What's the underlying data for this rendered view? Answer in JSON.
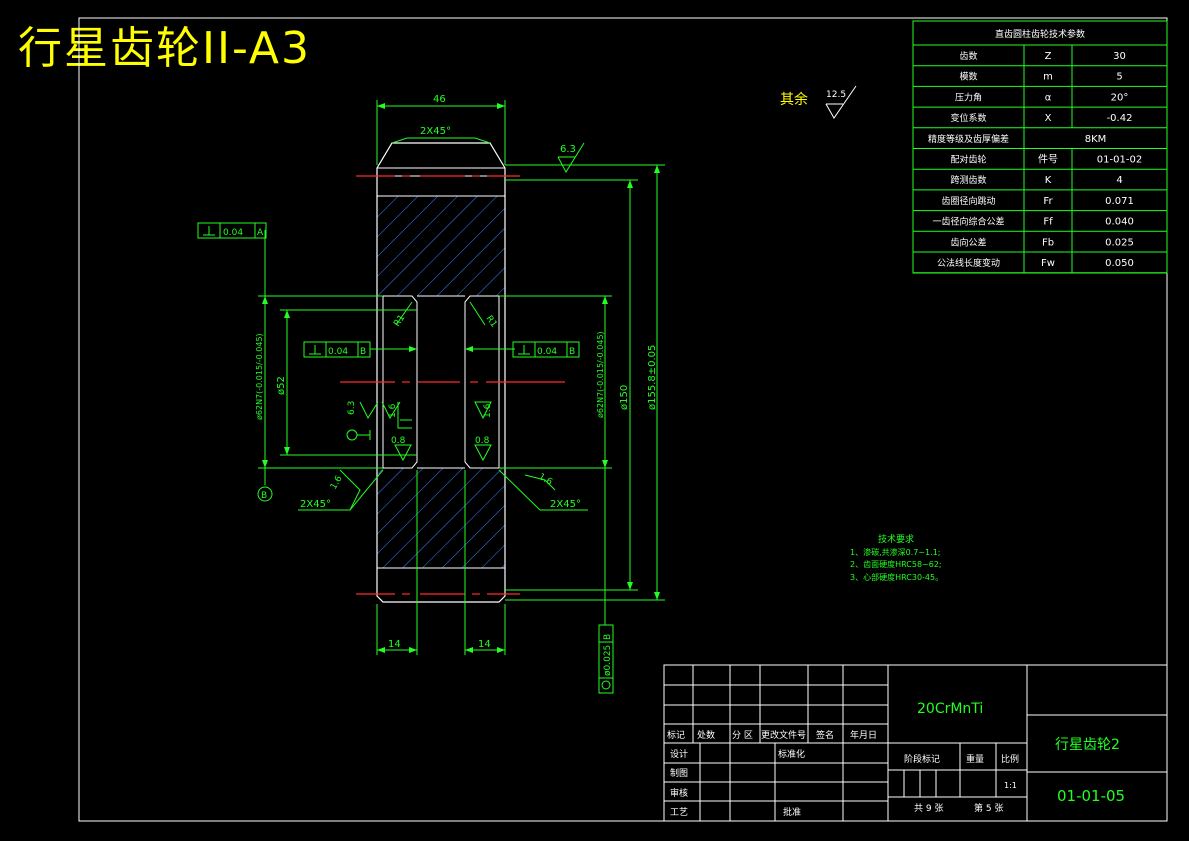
{
  "header": {
    "title": "行星齿轮II-A3"
  },
  "params": {
    "title": "直齿圆柱齿轮技术参数",
    "rows": [
      {
        "name": "齿数",
        "sym": "Z",
        "val": "30"
      },
      {
        "name": "模数",
        "sym": "m",
        "val": "5"
      },
      {
        "name": "压力角",
        "sym": "α",
        "val": "20°"
      },
      {
        "name": "变位系数",
        "sym": "X",
        "val": "-0.42"
      },
      {
        "name": "精度等级及齿厚偏差",
        "sym": "",
        "val": "8KM"
      },
      {
        "name": "配对齿轮",
        "sym": "件号",
        "val": "01-01-02"
      },
      {
        "name": "跨测齿数",
        "sym": "K",
        "val": "4"
      },
      {
        "name": "齿圈径向跳动",
        "sym": "Fr",
        "val": "0.071"
      },
      {
        "name": "一齿径向综合公差",
        "sym": "Ff",
        "val": "0.040"
      },
      {
        "name": "齿向公差",
        "sym": "Fb",
        "val": "0.025"
      },
      {
        "name": "公法线长度变动",
        "sym": "Fw",
        "val": "0.050"
      }
    ]
  },
  "rest": {
    "label": "其余",
    "value": "12.5"
  },
  "dims": {
    "width": "46",
    "chamfer_top": "2X45°",
    "rough_top": "6.3",
    "ft_a": "0.04",
    "datum_a": "A",
    "ft_b": "0.04",
    "datum_b": "B",
    "d62_left": "ø62N7(-0.015/-0.045)",
    "d52": "ø52",
    "d62_right": "ø62N7(-0.015/-0.045)",
    "d150": "ø150",
    "d155": "ø155.8±0.05",
    "r1_left": "R1",
    "r1_right": "R1",
    "rough_63": "6.3",
    "rough_16a": "1.6",
    "rough_16b": "1.6",
    "rough_08a": "0.8",
    "rough_08b": "0.8",
    "rough_16c": "1.6",
    "rough_16d": "1.6",
    "chamfer_left": "2X45°",
    "chamfer_right": "2X45°",
    "datum_circle": "B",
    "w14_left": "14",
    "w14_right": "14",
    "ft_runout": "ø0.025",
    "ft_runout_datum": "B"
  },
  "tech": {
    "title": "技术要求",
    "lines": [
      "1、渗碳,共渗深0.7~1.1;",
      "2、齿面硬度HRC58~62;",
      "3、心部硬度HRC30-45。"
    ]
  },
  "titleblock": {
    "material": "20CrMnTi",
    "name": "行星齿轮2",
    "code": "01-01-05",
    "h_biaoji": "标记",
    "h_chushu": "处数",
    "h_fenqu": "分 区",
    "h_wenjian": "更改文件号",
    "h_qianming": "签名",
    "h_nianyueri": "年月日",
    "r_sheji": "设计",
    "r_biaozhun": "标准化",
    "r_zhitu": "制图",
    "r_shenhe": "审核",
    "r_gongyi": "工艺",
    "r_pizhun": "批准",
    "jieduan": "阶段标记",
    "zhongliang": "重量",
    "bili": "比例",
    "bili_val": "1:1",
    "gong": "共 9 张",
    "di": "第 5 张"
  }
}
